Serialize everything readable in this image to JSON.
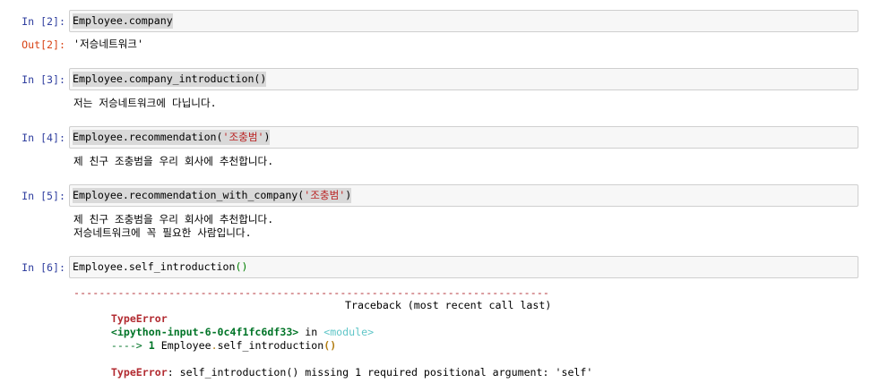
{
  "cells": [
    {
      "prompt": "In [2]:",
      "code": "Employee.company",
      "output_prompt": "Out[2]:",
      "output": "'저승네트워크'"
    },
    {
      "prompt": "In [3]:",
      "code": "Employee.company_introduction()",
      "output": "저는 저승네트워크에 다닙니다."
    },
    {
      "prompt": "In [4]:",
      "code_prefix": "Employee.recommendation(",
      "code_string": "'조충범'",
      "code_suffix": ")",
      "output": "제 친구 조충범을 우리 회사에 추천합니다."
    },
    {
      "prompt": "In [5]:",
      "code_prefix": "Employee.recommendation_with_company(",
      "code_string": "'조충범'",
      "code_suffix": ")",
      "output_lines": [
        "제 친구 조충범을 우리 회사에 추천합니다.",
        "저승네트워크에 꼭 필요한 사람입니다."
      ]
    },
    {
      "prompt": "In [6]:",
      "code_prefix": "Employee.self_introduction",
      "code_parens": "()",
      "traceback": {
        "separator": "---------------------------------------------------------------------------",
        "error_type": "TypeError",
        "header_right": "Traceback (most recent call last)",
        "input_ref": "<ipython-input-6-0c4f1fc6df33>",
        "in_word": " in ",
        "module": "<module>",
        "arrow": "---->",
        "line_no": "1",
        "line_obj": "Employee",
        "line_dot": ".",
        "line_attr": "self_introduction",
        "line_parens": "()",
        "final_error_type": "TypeError",
        "final_message": ": self_introduction() missing 1 required positional argument: 'self'"
      }
    }
  ],
  "colors": {
    "in_prompt": "#303f9f",
    "out_prompt": "#d84315",
    "string": "#ba2121",
    "error": "#b22b31",
    "traceback_green": "#007427",
    "module_cyan": "#60c6c8",
    "paren_orange": "#b27d12"
  }
}
